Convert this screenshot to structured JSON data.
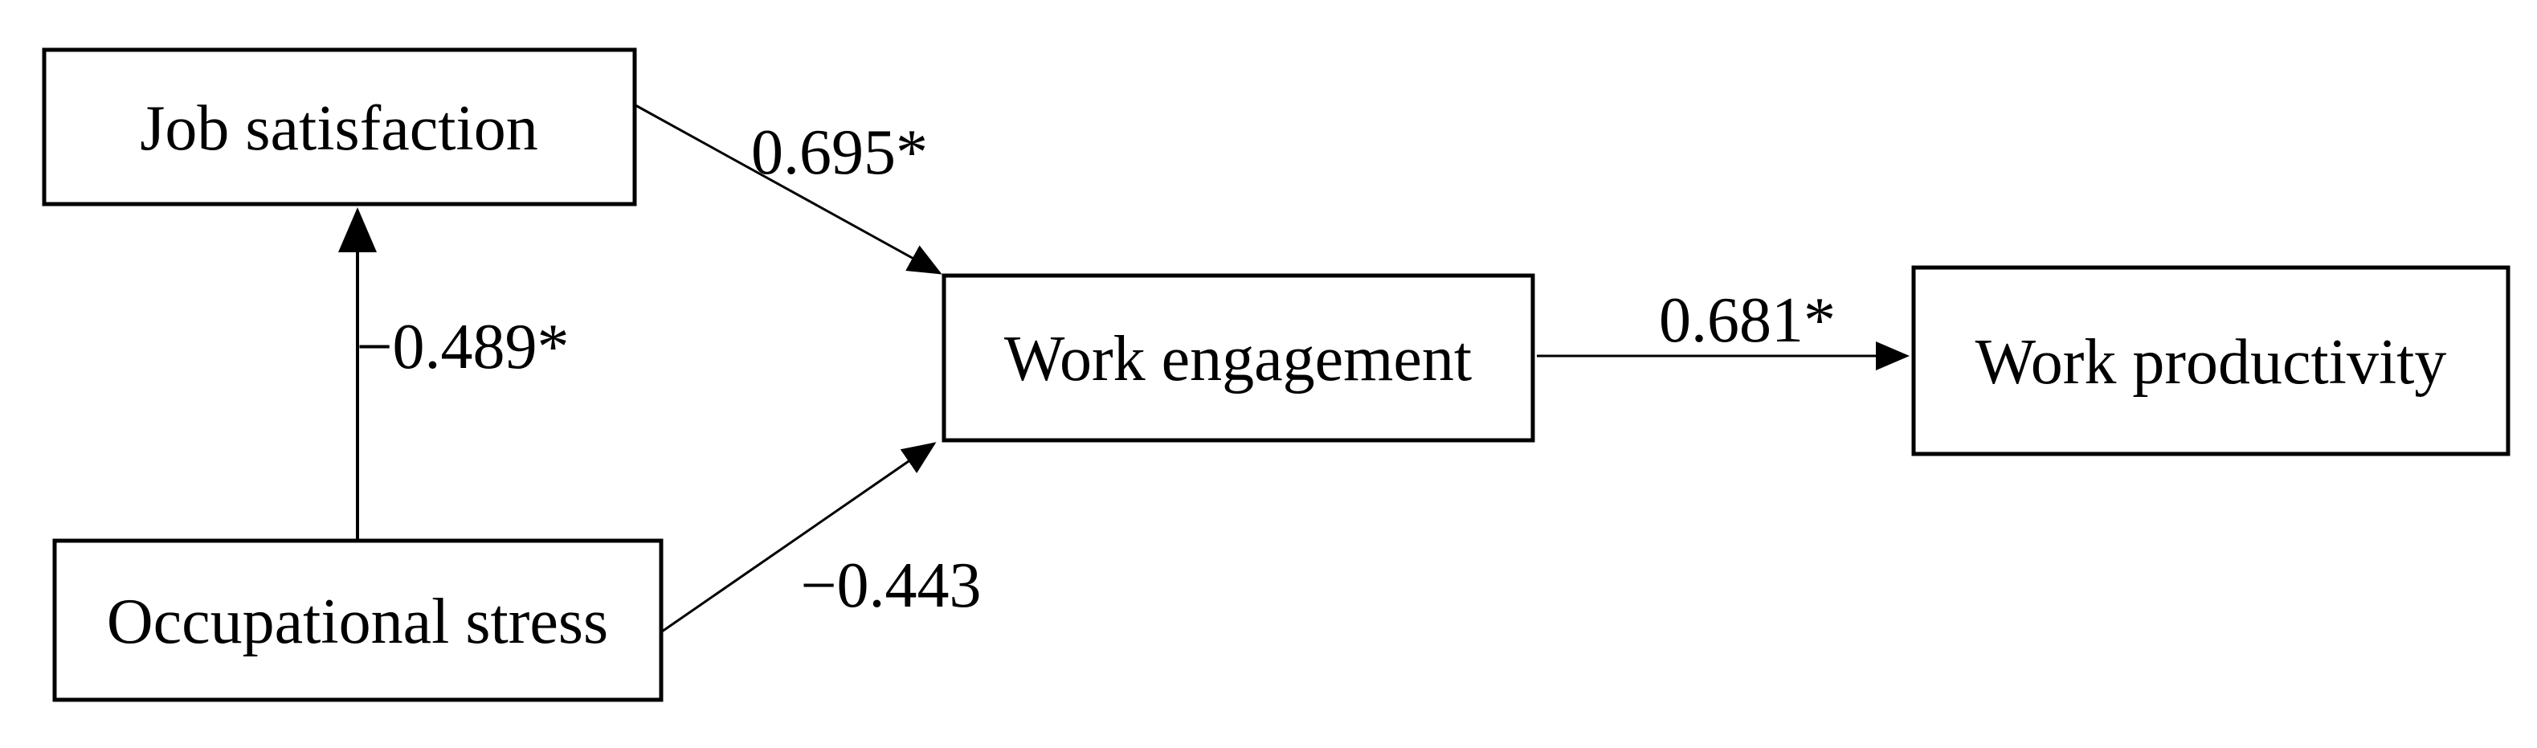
{
  "diagram": {
    "type": "path-model",
    "colors": {
      "stroke": "#000000",
      "text": "#000000",
      "background": "#ffffff",
      "node_fill": "#ffffff"
    },
    "nodes": {
      "job_satisfaction": {
        "label": "Job satisfaction"
      },
      "occupational_stress": {
        "label": "Occupational stress"
      },
      "work_engagement": {
        "label": "Work engagement"
      },
      "work_productivity": {
        "label": "Work productivity"
      }
    },
    "edges": {
      "job_satisfaction_to_work_engagement": {
        "from": "job_satisfaction",
        "to": "work_engagement",
        "label": "0.695*"
      },
      "occupational_stress_to_job_satisfaction": {
        "from": "occupational_stress",
        "to": "job_satisfaction",
        "label": "−0.489*"
      },
      "occupational_stress_to_work_engagement": {
        "from": "occupational_stress",
        "to": "work_engagement",
        "label": "−0.443"
      },
      "work_engagement_to_work_productivity": {
        "from": "work_engagement",
        "to": "work_productivity",
        "label": "0.681*"
      }
    }
  }
}
